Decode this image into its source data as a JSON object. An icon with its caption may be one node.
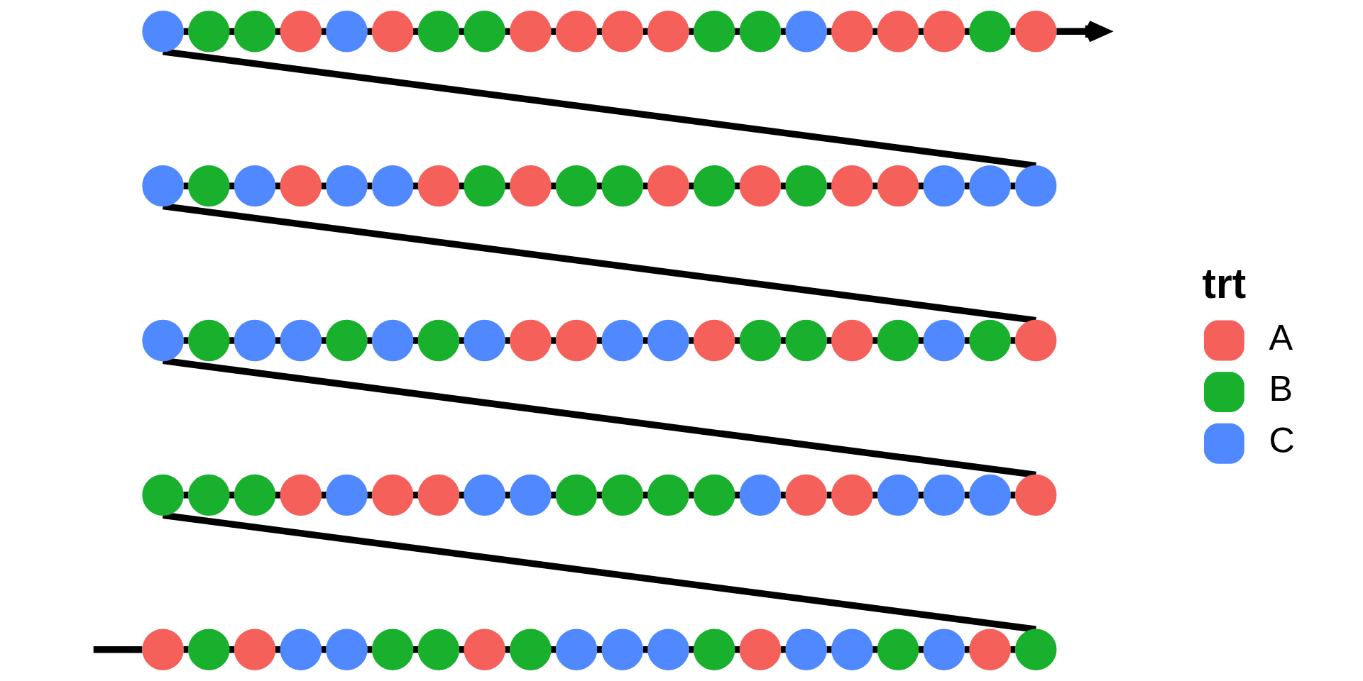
{
  "diagram": {
    "nodes": [
      {
        "text": [],
        "shape": "circle"
      },
      {
        "text": [],
        "shape": "circle"
      },
      {
        "text": [],
        "shape": "circle"
      },
      {
        "text": [],
        "shape": "circle"
      },
      {
        "text": [],
        "shape": "circle"
      },
      {
        "text": [],
        "shape": "circle"
      },
      {
        "text": [],
        "shape": "circle"
      },
      {
        "text": [],
        "shape": "circle"
      },
      {
        "text": [],
        "shape": "circle"
      },
      {
        "text": [],
        "shape": "circle"
      },
      {
        "text": [],
        "shape": "circle"
      },
      {
        "text": [],
        "shape": "circle"
      },
      {
        "text": [],
        "shape": "circle"
      },
      {
        "text": [],
        "shape": "circle"
      },
      {
        "text": [],
        "shape": "circle"
      },
      {
        "text": [],
        "shape": "circle"
      },
      {
        "text": [],
        "shape": "circle"
      },
      {
        "text": [],
        "shape": "circle"
      },
      {
        "text": [],
        "shape": "circle"
      },
      {
        "text": [],
        "shape": "circle"
      },
      {
        "text": [],
        "shape": "circle"
      },
      {
        "text": [],
        "shape": "circle"
      },
      {
        "text": [],
        "shape": "circle"
      },
      {
        "text": [],
        "shape": "circle"
      },
      {
        "text": [],
        "shape": "circle"
      },
      {
        "text": [],
        "shape": "circle"
      },
      {
        "text": [],
        "shape": "circle"
      },
      {
        "text": [],
        "shape": "circle"
      },
      {
        "text": [],
        "shape": "circle"
      },
      {
        "text": [],
        "shape": "circle"
      },
      {
        "text": [],
        "shape": "circle"
      },
      {
        "text": [],
        "shape": "circle"
      },
      {
        "text": [],
        "shape": "circle"
      },
      {
        "text": [],
        "shape": "circle"
      },
      {
        "text": [],
        "shape": "circle"
      },
      {
        "text": [],
        "shape": "circle"
      },
      {
        "text": [],
        "shape": "circle"
      },
      {
        "text": [],
        "shape": "circle"
      },
      {
        "text": [],
        "shape": "circle"
      },
      {
        "text": [],
        "shape": "circle"
      },
      {
        "text": [],
        "shape": "circle"
      },
      {
        "text": [],
        "shape": "circle"
      },
      {
        "text": [],
        "shape": "circle"
      },
      {
        "text": [],
        "shape": "circle"
      },
      {
        "text": [],
        "shape": "circle"
      },
      {
        "text": [],
        "shape": "circle"
      },
      {
        "text": [],
        "shape": "circle"
      },
      {
        "text": [],
        "shape": "circle"
      },
      {
        "text": [],
        "shape": "circle"
      },
      {
        "text": [],
        "shape": "circle"
      },
      {
        "text": [],
        "shape": "circle"
      },
      {
        "text": [],
        "shape": "circle"
      },
      {
        "text": [],
        "shape": "circle"
      },
      {
        "text": [],
        "shape": "circle"
      },
      {
        "text": [],
        "shape": "circle"
      },
      {
        "text": [],
        "shape": "circle"
      },
      {
        "text": [],
        "shape": "circle"
      },
      {
        "text": [],
        "shape": "circle"
      },
      {
        "text": [],
        "shape": "circle"
      },
      {
        "text": [],
        "shape": "circle"
      },
      {
        "text": [],
        "shape": "circle"
      },
      {
        "text": [],
        "shape": "circle"
      },
      {
        "text": [],
        "shape": "circle"
      },
      {
        "text": [],
        "shape": "circle"
      },
      {
        "text": [],
        "shape": "circle"
      },
      {
        "text": [],
        "shape": "circle"
      },
      {
        "text": [],
        "shape": "circle"
      },
      {
        "text": [],
        "shape": "circle"
      },
      {
        "text": [],
        "shape": "circle"
      },
      {
        "text": [],
        "shape": "circle"
      },
      {
        "text": [],
        "shape": "circle"
      },
      {
        "text": [],
        "shape": "circle"
      },
      {
        "text": [],
        "shape": "circle"
      },
      {
        "text": [],
        "shape": "circle"
      },
      {
        "text": [],
        "shape": "circle"
      },
      {
        "text": [],
        "shape": "circle"
      },
      {
        "text": [],
        "shape": "circle"
      },
      {
        "text": [],
        "shape": "circle"
      },
      {
        "text": [],
        "shape": "circle"
      },
      {
        "text": [],
        "shape": "circle"
      },
      {
        "text": [],
        "shape": "circle"
      },
      {
        "text": [],
        "shape": "circle"
      },
      {
        "text": [],
        "shape": "circle"
      },
      {
        "text": [],
        "shape": "circle"
      },
      {
        "text": [],
        "shape": "circle"
      },
      {
        "text": [],
        "shape": "circle"
      },
      {
        "text": [],
        "shape": "circle"
      },
      {
        "text": [],
        "shape": "circle"
      },
      {
        "text": [],
        "shape": "circle"
      },
      {
        "text": [],
        "shape": "circle"
      },
      {
        "text": [],
        "shape": "circle"
      },
      {
        "text": [],
        "shape": "circle"
      },
      {
        "text": [],
        "shape": "circle"
      },
      {
        "text": [],
        "shape": "circle"
      },
      {
        "text": [],
        "shape": "circle"
      },
      {
        "text": [],
        "shape": "circle"
      },
      {
        "text": [],
        "shape": "circle"
      },
      {
        "text": [],
        "shape": "circle"
      },
      {
        "text": [],
        "shape": "circle"
      },
      {
        "text": [],
        "shape": "circle"
      }
    ],
    "edges": [
      {
        "from": null,
        "to": 80,
        "arrow": "none"
      },
      {
        "from": 80,
        "to": 81,
        "arrow": "none"
      },
      {
        "from": 81,
        "to": 82,
        "arrow": "none"
      },
      {
        "from": 82,
        "to": 83,
        "arrow": "none"
      },
      {
        "from": 83,
        "to": 84,
        "arrow": "none"
      },
      {
        "from": 84,
        "to": 85,
        "arrow": "none"
      },
      {
        "from": 85,
        "to": 86,
        "arrow": "none"
      },
      {
        "from": 86,
        "to": 87,
        "arrow": "none"
      },
      {
        "from": 87,
        "to": 88,
        "arrow": "none"
      },
      {
        "from": 88,
        "to": 89,
        "arrow": "none"
      },
      {
        "from": 89,
        "to": 90,
        "arrow": "none"
      },
      {
        "from": 90,
        "to": 91,
        "arrow": "none"
      },
      {
        "from": 91,
        "to": 92,
        "arrow": "none"
      },
      {
        "from": 92,
        "to": 93,
        "arrow": "none"
      },
      {
        "from": 93,
        "to": 94,
        "arrow": "none"
      },
      {
        "from": 94,
        "to": 95,
        "arrow": "none"
      },
      {
        "from": 95,
        "to": 96,
        "arrow": "none"
      },
      {
        "from": 96,
        "to": 97,
        "arrow": "none"
      },
      {
        "from": 97,
        "to": 98,
        "arrow": "none"
      },
      {
        "from": 98,
        "to": 99,
        "arrow": "none"
      },
      {
        "from": 99,
        "to": 60,
        "arrow": "none"
      },
      {
        "from": 60,
        "to": 61,
        "arrow": "none"
      },
      {
        "from": 61,
        "to": 62,
        "arrow": "none"
      },
      {
        "from": 62,
        "to": 63,
        "arrow": "none"
      },
      {
        "from": 63,
        "to": 64,
        "arrow": "none"
      },
      {
        "from": 64,
        "to": 65,
        "arrow": "none"
      },
      {
        "from": 65,
        "to": 66,
        "arrow": "none"
      },
      {
        "from": 66,
        "to": 67,
        "arrow": "none"
      },
      {
        "from": 67,
        "to": 68,
        "arrow": "none"
      },
      {
        "from": 68,
        "to": 69,
        "arrow": "none"
      },
      {
        "from": 69,
        "to": 70,
        "arrow": "none"
      },
      {
        "from": 70,
        "to": 71,
        "arrow": "none"
      },
      {
        "from": 71,
        "to": 72,
        "arrow": "none"
      },
      {
        "from": 72,
        "to": 73,
        "arrow": "none"
      },
      {
        "from": 73,
        "to": 74,
        "arrow": "none"
      },
      {
        "from": 74,
        "to": 75,
        "arrow": "none"
      },
      {
        "from": 75,
        "to": 76,
        "arrow": "none"
      },
      {
        "from": 76,
        "to": 77,
        "arrow": "none"
      },
      {
        "from": 77,
        "to": 78,
        "arrow": "none"
      },
      {
        "from": 78,
        "to": 79,
        "arrow": "none"
      },
      {
        "from": 79,
        "to": 40,
        "arrow": "none"
      },
      {
        "from": 40,
        "to": 41,
        "arrow": "none"
      },
      {
        "from": 41,
        "to": 42,
        "arrow": "none"
      },
      {
        "from": 42,
        "to": 43,
        "arrow": "none"
      },
      {
        "from": 43,
        "to": 44,
        "arrow": "none"
      },
      {
        "from": 44,
        "to": 45,
        "arrow": "none"
      },
      {
        "from": 45,
        "to": 46,
        "arrow": "none"
      },
      {
        "from": 46,
        "to": 47,
        "arrow": "none"
      },
      {
        "from": 47,
        "to": 48,
        "arrow": "none"
      },
      {
        "from": 48,
        "to": 49,
        "arrow": "none"
      },
      {
        "from": 49,
        "to": 50,
        "arrow": "none"
      },
      {
        "from": 50,
        "to": 51,
        "arrow": "none"
      },
      {
        "from": 51,
        "to": 52,
        "arrow": "none"
      },
      {
        "from": 52,
        "to": 53,
        "arrow": "none"
      },
      {
        "from": 53,
        "to": 54,
        "arrow": "none"
      },
      {
        "from": 54,
        "to": 55,
        "arrow": "none"
      },
      {
        "from": 55,
        "to": 56,
        "arrow": "none"
      },
      {
        "from": 56,
        "to": 57,
        "arrow": "none"
      },
      {
        "from": 57,
        "to": 58,
        "arrow": "none"
      },
      {
        "from": 58,
        "to": 59,
        "arrow": "none"
      },
      {
        "from": 59,
        "to": 20,
        "arrow": "none"
      },
      {
        "from": 20,
        "to": 21,
        "arrow": "none"
      },
      {
        "from": 21,
        "to": 22,
        "arrow": "none"
      },
      {
        "from": 22,
        "to": 23,
        "arrow": "none"
      },
      {
        "from": 23,
        "to": 24,
        "arrow": "none"
      },
      {
        "from": 24,
        "to": 25,
        "arrow": "none"
      },
      {
        "from": 25,
        "to": 26,
        "arrow": "none"
      },
      {
        "from": 26,
        "to": 27,
        "arrow": "none"
      },
      {
        "from": 27,
        "to": 28,
        "arrow": "none"
      },
      {
        "from": 28,
        "to": 29,
        "arrow": "none"
      },
      {
        "from": 29,
        "to": 30,
        "arrow": "none"
      },
      {
        "from": 30,
        "to": 31,
        "arrow": "none"
      },
      {
        "from": 31,
        "to": 32,
        "arrow": "none"
      },
      {
        "from": 32,
        "to": 33,
        "arrow": "none"
      },
      {
        "from": 33,
        "to": 34,
        "arrow": "none"
      },
      {
        "from": 34,
        "to": 35,
        "arrow": "none"
      },
      {
        "from": 35,
        "to": 36,
        "arrow": "none"
      },
      {
        "from": 36,
        "to": 37,
        "arrow": "none"
      },
      {
        "from": 37,
        "to": 38,
        "arrow": "none"
      },
      {
        "from": 38,
        "to": 39,
        "arrow": "none"
      },
      {
        "from": 39,
        "to": 0,
        "arrow": "none"
      },
      {
        "from": 0,
        "to": 1,
        "arrow": "none"
      },
      {
        "from": 1,
        "to": 2,
        "arrow": "none"
      },
      {
        "from": 2,
        "to": 3,
        "arrow": "none"
      },
      {
        "from": 3,
        "to": 4,
        "arrow": "none"
      },
      {
        "from": 4,
        "to": 5,
        "arrow": "none"
      },
      {
        "from": 5,
        "to": 6,
        "arrow": "none"
      },
      {
        "from": 6,
        "to": 7,
        "arrow": "none"
      },
      {
        "from": 7,
        "to": 8,
        "arrow": "none"
      },
      {
        "from": 8,
        "to": 9,
        "arrow": "none"
      },
      {
        "from": 9,
        "to": 10,
        "arrow": "none"
      },
      {
        "from": 10,
        "to": 11,
        "arrow": "none"
      },
      {
        "from": 11,
        "to": 12,
        "arrow": "none"
      },
      {
        "from": 12,
        "to": 13,
        "arrow": "none"
      },
      {
        "from": 13,
        "to": 14,
        "arrow": "none"
      },
      {
        "from": 14,
        "to": 15,
        "arrow": "none"
      },
      {
        "from": 15,
        "to": 16,
        "arrow": "none"
      },
      {
        "from": 16,
        "to": 17,
        "arrow": "none"
      },
      {
        "from": 17,
        "to": 18,
        "arrow": "none"
      },
      {
        "from": 18,
        "to": 19,
        "arrow": "none"
      },
      {
        "from": 19,
        "to": null,
        "arrow": "to"
      }
    ],
    "labels": [
      "trt"
    ],
    "legend": [
      {
        "text": "A",
        "color": "#f5605a"
      },
      {
        "text": "B",
        "color": "#18b02d"
      },
      {
        "text": "C",
        "color": "#5088ff"
      }
    ]
  }
}
